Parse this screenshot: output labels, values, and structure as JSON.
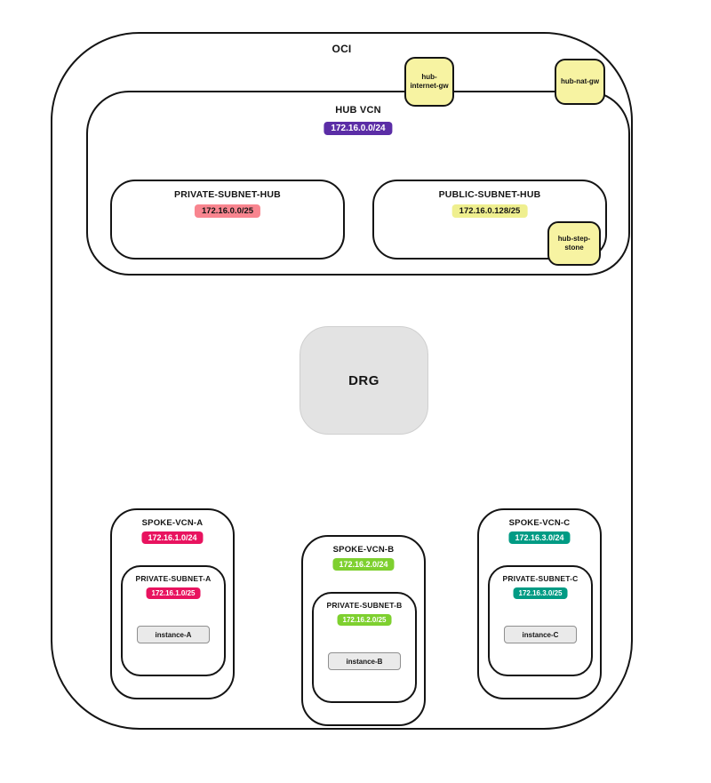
{
  "colors": {
    "border": "#141414",
    "white": "#ffffff",
    "black": "#141414",
    "gateway_fill": "#f7f3a2",
    "hub_vcn_badge": "#5b2da6",
    "private_hub_badge": "#f8858f",
    "public_hub_badge": "#efef8f",
    "drg_fill": "#e3e3e3",
    "instance_fill": "#eaeaea"
  },
  "oci": {
    "label": "OCI",
    "gateways": {
      "internet": "hub-internet-gw",
      "nat": "hub-nat-gw",
      "step_stone": "hub-step-stone"
    },
    "hub_vcn": {
      "label": "HUB VCN",
      "cidr": "172.16.0.0/24",
      "private_subnet": {
        "label": "PRIVATE-SUBNET-HUB",
        "cidr": "172.16.0.0/25"
      },
      "public_subnet": {
        "label": "PUBLIC-SUBNET-HUB",
        "cidr": "172.16.0.128/25"
      }
    },
    "drg": {
      "label": "DRG"
    },
    "spokes": [
      {
        "label": "SPOKE-VCN-A",
        "cidr": "172.16.1.0/24",
        "color": "#e8135f",
        "text_color": "#ffffff",
        "subnet": {
          "label": "PRIVATE-SUBNET-A",
          "cidr": "172.16.1.0/25"
        },
        "instance": "instance-A"
      },
      {
        "label": "SPOKE-VCN-B",
        "cidr": "172.16.2.0/24",
        "color": "#7ed02f",
        "text_color": "#ffffff",
        "subnet": {
          "label": "PRIVATE-SUBNET-B",
          "cidr": "172.16.2.0/25"
        },
        "instance": "instance-B"
      },
      {
        "label": "SPOKE-VCN-C",
        "cidr": "172.16.3.0/24",
        "color": "#009b84",
        "text_color": "#ffffff",
        "subnet": {
          "label": "PRIVATE-SUBNET-C",
          "cidr": "172.16.3.0/25"
        },
        "instance": "instance-C"
      }
    ]
  }
}
